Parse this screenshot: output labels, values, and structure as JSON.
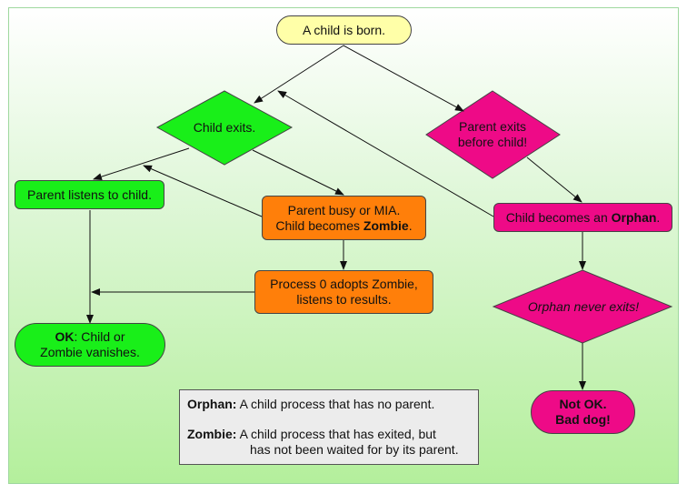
{
  "nodes": {
    "born": "A child is born.",
    "child_exits": "Child exits.",
    "parent_exits_1": "Parent exits",
    "parent_exits_2": "before child!",
    "parent_listens": "Parent listens to child.",
    "zombie_1": "Parent busy or MIA.",
    "zombie_2_pre": "Child becomes ",
    "zombie_2_bold": "Zombie",
    "zombie_2_post": ".",
    "orphan_pre": "Child becomes an ",
    "orphan_bold": "Orphan",
    "orphan_post": ".",
    "process0_1": "Process 0 adopts Zombie,",
    "process0_2": "listens to results.",
    "ok_bold": "OK",
    "ok_1_rest": ": Child or",
    "ok_2": "Zombie vanishes.",
    "orphan_never": "Orphan never exits!",
    "notok_1": "Not OK.",
    "notok_2": "Bad dog!"
  },
  "legend": {
    "orphan_term": "Orphan:",
    "orphan_def": " A child process that has no parent.",
    "zombie_term": "Zombie:",
    "zombie_def_1": " A child process that has exited, but",
    "zombie_def_2": "has not been waited for by its parent."
  },
  "colors": {
    "yellow": "#ffffa8",
    "green": "#19ef19",
    "magenta": "#ee0a87",
    "orange": "#ff7f0a",
    "legend_bg": "#ececec"
  }
}
